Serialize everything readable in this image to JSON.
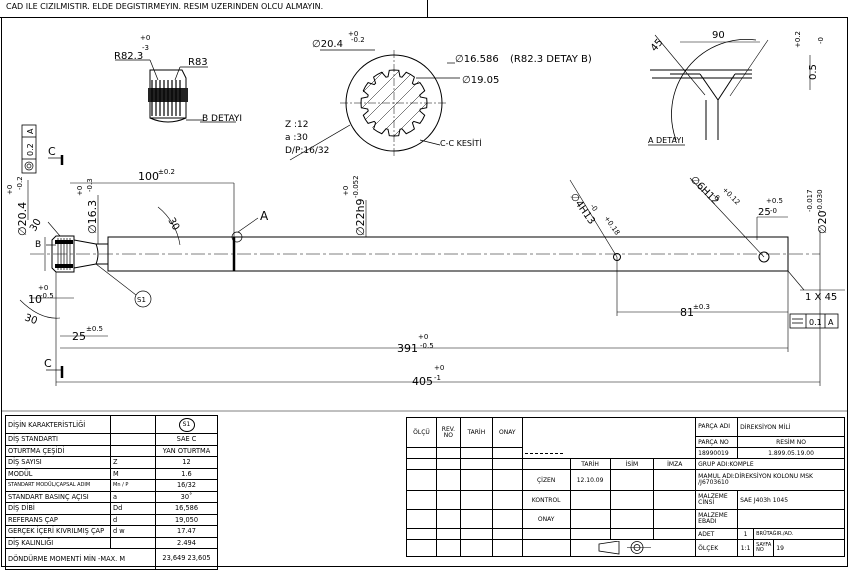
{
  "header_note": "CAD ILE CIZILMISTIR. ELDE DEGISTIRMEYIN. RESIM UZERINDEN OLCU ALMAYIN.",
  "drawing": {
    "b_detail": {
      "r1": "R82.3",
      "r1_tol_up": "+0",
      "r1_tol_low": "-3",
      "r2": "R83",
      "label": "B DETAYI"
    },
    "section_cc": {
      "od": "∅20.4",
      "od_tol_up": "+0",
      "od_tol_low": "-0.2",
      "d1": "∅16.586",
      "d1_note": "(R82.3 DETAY B)",
      "d2": "∅19.05",
      "z": "Z :12",
      "a": "a :30",
      "dp": "D/P:16/32",
      "label": "C-C KESİTİ"
    },
    "a_detail": {
      "angle1": "45",
      "angle2": "90",
      "depth": "0.5",
      "depth_tol_up": "+0.2",
      "depth_tol_low": "-0",
      "label": "A DETAYI"
    },
    "main": {
      "c_top": "C",
      "c_bottom": "C",
      "a_label": "A",
      "b_label": "B",
      "s1": "S1",
      "runout": "0.2",
      "runout_ref": "A",
      "od_left": "∅20.4",
      "od_left_up": "+0",
      "od_left_low": "-0.2",
      "d163": "∅16.3",
      "d163_up": "+0",
      "d163_low": "-0.3",
      "ang30a": "30",
      "ang30b": "30",
      "ang30c": "30",
      "l100": "100",
      "l100_tol": "±0.2",
      "d22": "∅22h9",
      "d22_up": "+0",
      "d22_low": "-0.052",
      "hole1": "∅4H13",
      "hole1_up": "+0.18",
      "hole1_low": "-0",
      "hole2": "∅6H12",
      "hole2_up": "+0.12",
      "hole2_low": "-0",
      "d20": "∅20",
      "d20_up": "-0.017",
      "d20_low": "-0.030",
      "l25r": "25",
      "l25r_up": "+0.5",
      "l25r_low": "-0",
      "chamfer": "1 X 45",
      "flat": "0.1",
      "flat_ref": "A",
      "l81": "81",
      "l81_tol": "±0.3",
      "l10": "10",
      "l10_up": "+0",
      "l10_low": "-0.5",
      "l25l": "25",
      "l25l_tol": "±0.5",
      "l391": "391",
      "l391_up": "+0",
      "l391_low": "-0.5",
      "l405": "405",
      "l405_up": "+0",
      "l405_low": "-1"
    }
  },
  "spline_table": {
    "rows": [
      {
        "name": "DİŞİN KARAKTERİSTLİĞİ",
        "sym": "",
        "val": "S1"
      },
      {
        "name": "DİŞ STANDARTI",
        "sym": "",
        "val": "SAE C"
      },
      {
        "name": "OTURTMA ÇEŞİDİ",
        "sym": "",
        "val": "YAN OTURTMA"
      },
      {
        "name": "DİŞ SAYISI",
        "sym": "Z",
        "val": "12"
      },
      {
        "name": "MODÜL",
        "sym": "M",
        "val": "1.6"
      },
      {
        "name": "STANDART MODÜL/ÇAPSAL ADIM",
        "sym": "Mn / P",
        "val": "16/32"
      },
      {
        "name": "STANDART BASINÇ AÇISI",
        "sym": "a",
        "val": "30˚"
      },
      {
        "name": "DİŞ DİBİ",
        "sym": "Dd",
        "val": "16,586"
      },
      {
        "name": "REFERANS ÇAP",
        "sym": "d",
        "val": "19,050"
      },
      {
        "name": "GERÇEK İÇERİ KIVRILMIŞ ÇAP",
        "sym": "d w",
        "val": "17.47"
      },
      {
        "name": "DİŞ KALINLIĞI",
        "sym": "",
        "val": "2.494"
      },
      {
        "name": "DÖNDÜRME MOMENTİ  MİN -MAX.  M",
        "sym": "",
        "val": "23,649 23,605"
      }
    ]
  },
  "title_block": {
    "rev_headers": [
      "ÖLÇÜ",
      "REV. NO",
      "TARİH",
      "ONAY"
    ],
    "sign_headers": [
      "TARİH",
      "İSİM",
      "İMZA"
    ],
    "roles": [
      "ÇİZEN",
      "KONTROL",
      "ONAY"
    ],
    "drawn_date": "12.10.09",
    "part_name_label": "PARÇA ADI",
    "part_name": "DİREKSİYON MİLİ",
    "part_no_label": "PARÇA NO",
    "drawing_no_label": "RESİM NO",
    "part_no": "18990019",
    "drawing_no": "1.899.05.19.00",
    "group": "GRUP ADI:KOMPLE",
    "assembly": "MAMUL ADI:DİREKSİYON KOLONU MSK /J6703610",
    "material_label": "MALZEME CİNSİ",
    "material": "SAE J403h 1045",
    "dims_label": "MALZEME EBADI",
    "qty_label": "ADET",
    "qty": "1",
    "weight_label": "BRÜTAĞIR./AD.",
    "scale_label": "ÖLÇEK",
    "scale": "1:1",
    "sheet_label": "SAYFA NO",
    "sheet": "19"
  }
}
